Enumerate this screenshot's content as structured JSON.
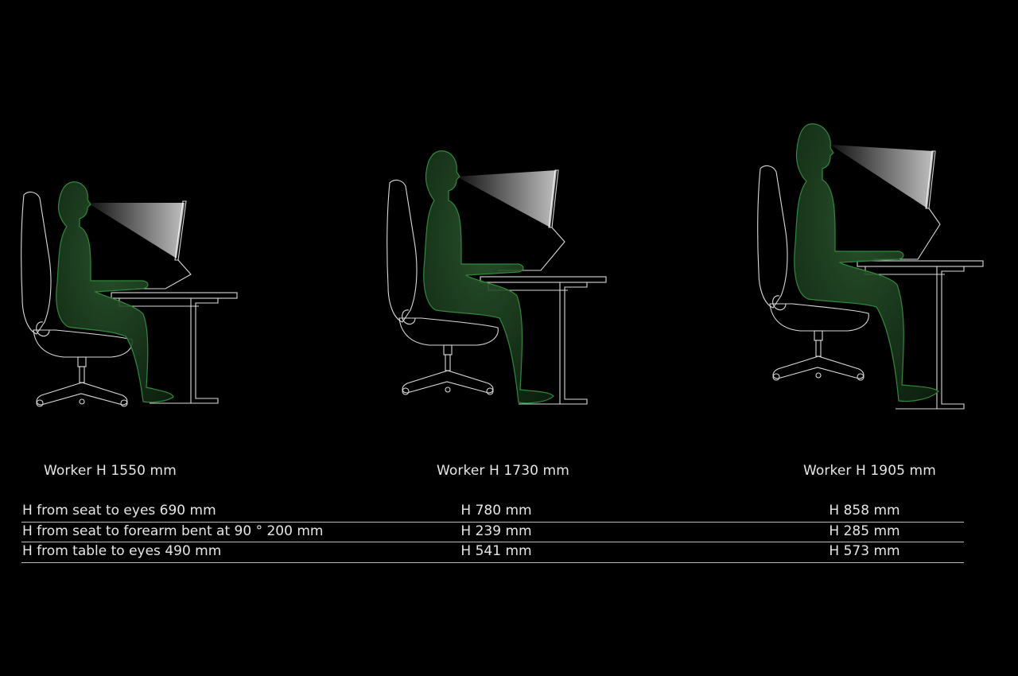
{
  "workers": [
    {
      "label": "Worker H 1550 mm"
    },
    {
      "label": "Worker H 1730 mm"
    },
    {
      "label": "Worker H 1905 mm"
    }
  ],
  "measurements": [
    {
      "label": "H from seat to eyes 690 mm",
      "v2": "H 780 mm",
      "v3": "H 858 mm"
    },
    {
      "label": "H from seat to forearm bent at 90 °  200 mm",
      "v2": "H 239 mm",
      "v3": "H 285 mm"
    },
    {
      "label": "H from table to eyes  490 mm",
      "v2": "H 541 mm",
      "v3": "H 573 mm"
    }
  ],
  "colors": {
    "background": "#000000",
    "outline": "#d9d9d9",
    "body_fill": "#1f3a22",
    "body_stroke": "#2f8a3a",
    "text": "#e6e6e6",
    "rule": "#bdbdbd"
  }
}
